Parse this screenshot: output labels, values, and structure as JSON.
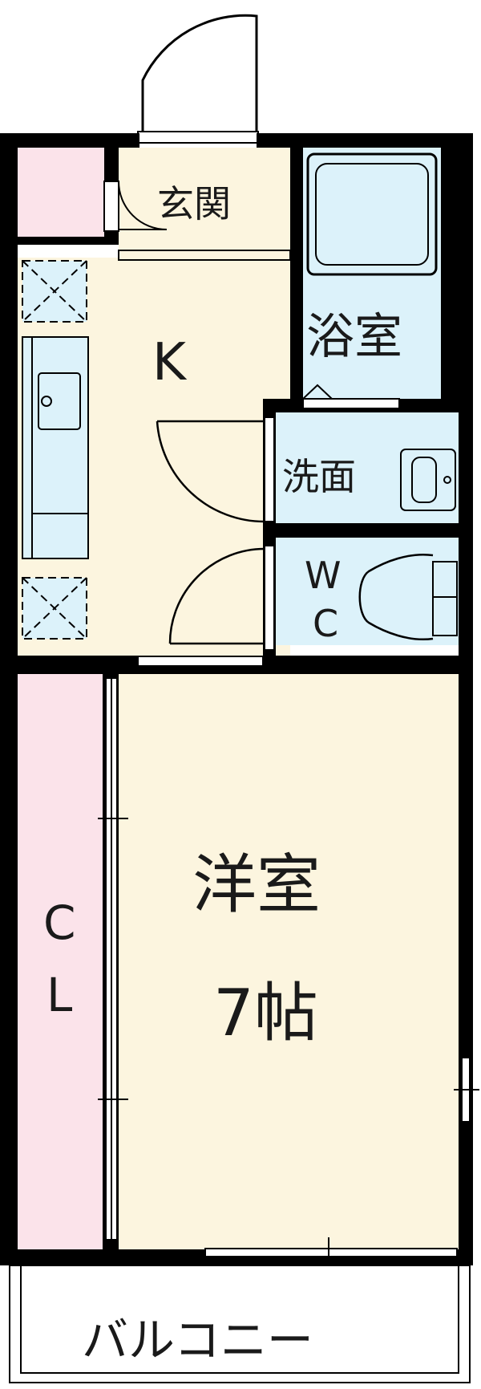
{
  "rooms": {
    "entrance": "玄関",
    "kitchen": "K",
    "bath": "浴室",
    "washroom": "洗面",
    "toilet_top": "W",
    "toilet_bottom": "C",
    "western_room": "洋室",
    "western_room_size": "7帖",
    "closet_top": "C",
    "closet_bottom": "L",
    "balcony": "バルコニー"
  },
  "colors": {
    "cream": "#fcf5df",
    "light_blue": "#dcf2fa",
    "pink": "#fbe3ea",
    "wall": "#000000"
  }
}
